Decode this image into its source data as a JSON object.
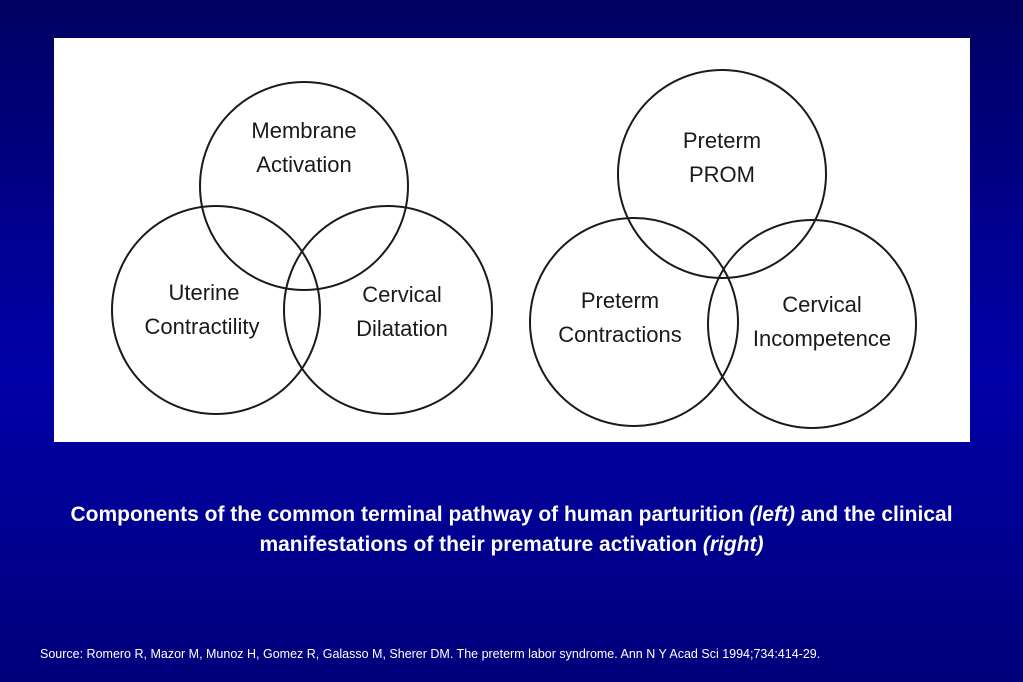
{
  "left_diagram": {
    "top_line1": "Membrane",
    "top_line2": "Activation",
    "left_line1": "Uterine",
    "left_line2": "Contractility",
    "right_line1": "Cervical",
    "right_line2": "Dilatation"
  },
  "right_diagram": {
    "top_line1": "Preterm",
    "top_line2": "PROM",
    "left_line1": "Preterm",
    "left_line2": "Contractions",
    "right_line1": "Cervical",
    "right_line2": "Incompetence"
  },
  "caption": {
    "part1": "Components of the common terminal pathway of human parturition ",
    "left_marker": "(left)",
    "part2": " and the clinical manifestations of their premature activation ",
    "right_marker": "(right)"
  },
  "source": "Source: Romero R, Mazor M, Munoz H, Gomez R, Galasso M, Sherer DM. The preterm labor syndrome. Ann N Y Acad Sci 1994;734:414-29."
}
